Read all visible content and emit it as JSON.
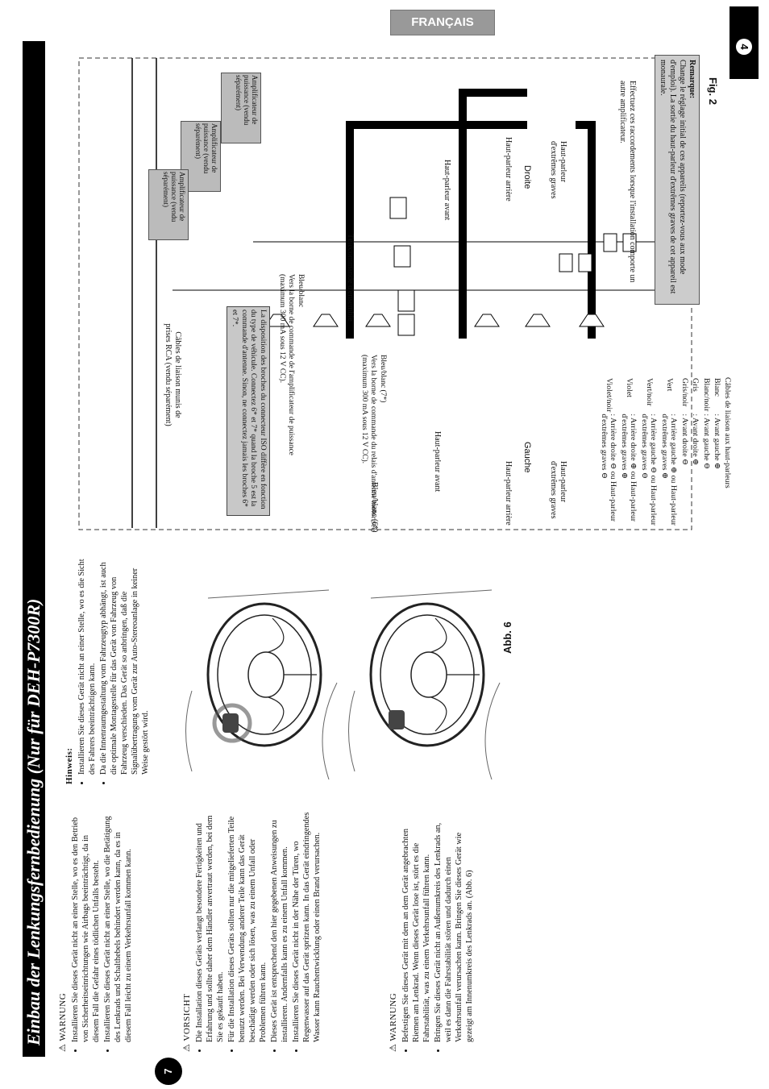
{
  "header": {
    "language_badge": "FRANÇAIS",
    "page_right": "4",
    "page_left": "7"
  },
  "left": {
    "title": "Einbau der Lenkungsfernbedienung (Nur für DEH-P7300R)",
    "warnung1": {
      "heading": "WARNUNG",
      "items": [
        "Installieren Sie dieses Gerät nicht an einer Stelle, wo es den Betrieb von Sicherheitseinrichtungen wie Airbags beeinträchtigt, da in diesem Fall die Gefahr eines tödlichen Unfalls besteht.",
        "Installieren Sie dieses Gerät nicht an einer Stelle, wo die Betätigung des Lenkrads und Schalthebels behindert werden kann, da es in diesem Fall leicht zu einem Verkehrsunfall kommen kann."
      ]
    },
    "vorsicht": {
      "heading": "VORSICHT",
      "items": [
        "Die Installation dieses Geräts verlangt besondere Fertigkeiten und Erfahrung und sollte daher dem Händler anvertraut werden, bei dem Sie es gekauft haben.",
        "Für die Installation dieses Geräts sollten nur die mitgelieferten Teile benutzt werden. Bei Verwendung anderer Teile kann das Gerät beschädigt werden oder sich lösen, was zu einem Unfall oder Problemen führen kann.",
        "Dieses Gerät ist entsprechend den hier gegebenen Anweisungen zu installieren. Andernfalls kann es zu einem Unfall kommen.",
        "Installieren Sie dieses Gerät nicht in der Nähe der Türen, wo Regenwasser auf das Gerät spritzen kann. In das Gerät eindringendes Wasser kann Rauchentwicklung oder einen Brand verursachen."
      ]
    },
    "warnung2": {
      "heading": "WARNUNG",
      "items": [
        "Befestigen Sie dieses Gerät mit dem an dem Gerät angebrachten Riemen am Lenkrad. Wenn dieses Gerät lose ist, stört es die Fahrstabilität, was zu einem Verkehrsunfall führen kann.",
        "Bringen Sie dieses Gerät nicht an Außenumkreis des Lenkrads an, weil es dann die Fahrstabilität stören und dadurch einen Verkehrsunfall verursachen kann. Bringen Sie dieses Gerät wie gezeigt am Innenumkreis des Lenkrads an. (Abb. 6)"
      ]
    },
    "hinweis": {
      "heading": "Hinweis:",
      "items": [
        "Installieren Sie dieses Gerät nicht an einer Stelle, wo es die Sicht des Fahrers beeinträchtigen kann.",
        "Da die Innenraumgestaltung vom Fahrzeugtyp abhängt, ist auch die optimale Montagestelle für das Gerät von Fahrzeug von Fahrzeug verschieden. Das Gerät so anbringen, daß die Signalübertragung vom Gerät zur Auto-Stereoanlage in keiner Weise gestört wird."
      ]
    },
    "figure_label": "Abb. 6"
  },
  "right": {
    "amp1": "Amplificateur de puissance (vendu séparément)",
    "amp2": "Amplificateur de puissance (vendu séparément)",
    "amp3": "Amplificateur de puissance (vendu séparément)",
    "rca_cables": "Câbles de liaison munis de prises RCA (vendu séparément)",
    "iso_note": "La disposition des broches du connecteur ISO diffère en fonction du type de véhicule. Connectez 6* et 7* quand la broche 5 est la commande d'antenne. Sinon, ne connectez jamais les broches 6* et 7*.",
    "bleu_blanc_amp": "Bleu/blanc",
    "amp_remote": "Vers la borne de commande de l'amplificateur de puissance (maximum 300 mA sous 12 V CC).",
    "telecommande": "Télécommande d'ensemble",
    "bleu_blanc7": "Bleu/blanc (7*)",
    "antenna": "Vers la borne de commande du relais d'antenne motorisée (maximum 300 mA sous 12 V CC).",
    "bleu_blanc6": "Bleu/blanc (6*)",
    "hp_avant_l": "Haut-parleur avant",
    "hp_arriere_l": "Haut-parleur arrière",
    "gauche": "Gauche",
    "hp_graves_l": "Haut-parleur d'extrêmes graves",
    "hp_avant_r": "Haut-parleur avant",
    "hp_arriere_r": "Haut-parleur arrière",
    "droite": "Droite",
    "hp_graves_r": "Haut-parleur d'extrêmes graves",
    "cables_title": "Câbles de liaison aux haut-parleurs",
    "cables": [
      [
        "Blanc",
        ": Avant gauche ⊕"
      ],
      [
        "Blanc/noir",
        ": Avant gauche ⊖"
      ],
      [
        "Gris",
        ": Avant droite ⊕"
      ],
      [
        "Gris/noir",
        ": Avant droite ⊖"
      ],
      [
        "Vert",
        ": Arrière gauche ⊕ ou Haut-parleur d'extrêmes graves ⊕"
      ],
      [
        "Vert/noir",
        ": Arrière gauche ⊖ ou Haut-parleur d'extrêmes graves ⊖"
      ],
      [
        "Violet",
        ": Arrière droite ⊕ ou Haut-parleur d'extrêmes graves ⊕"
      ],
      [
        "Violet/noir",
        ": Arrière droite ⊖ ou Haut-parleur d'extrêmes graves ⊖"
      ]
    ],
    "connect_note": "Effectuez ces raccordements lorsque l'installation comporte un autre amplificateur.",
    "remarque_title": "Remarque:",
    "remarque": "Change le réglage initial de ces appareils (reportez-vous aux mode d'emploi). La sortie du haut-parleur d'extrêmes graves de cet appareil est monaurale.",
    "fig": "Fig. 2"
  }
}
